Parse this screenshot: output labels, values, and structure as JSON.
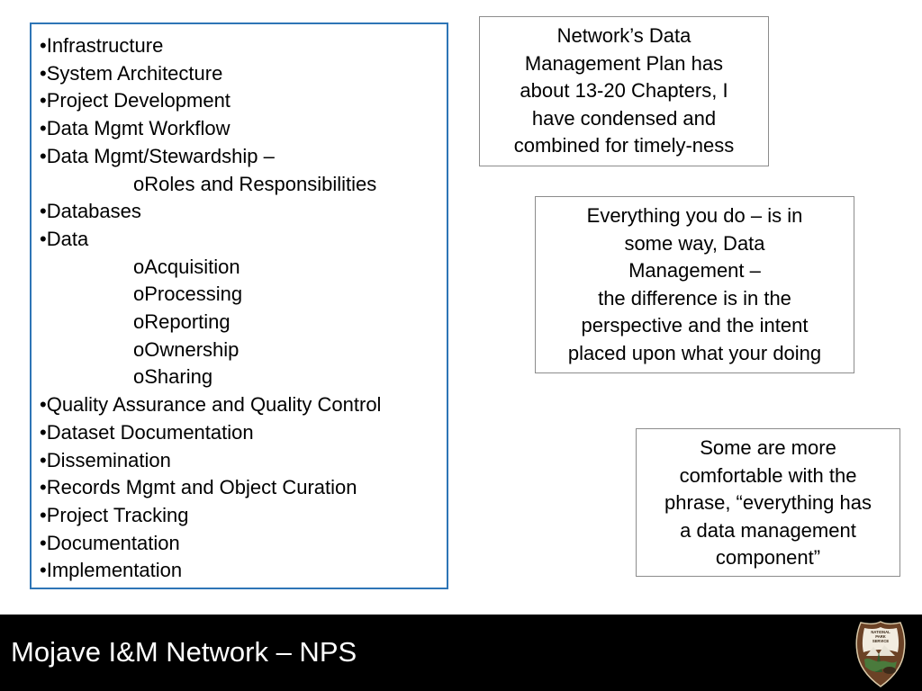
{
  "outline": {
    "items": [
      {
        "marker": "•",
        "text": "Infrastructure",
        "sub": false
      },
      {
        "marker": "•",
        "text": "System Architecture",
        "sub": false
      },
      {
        "marker": "•",
        "text": "Project Development",
        "sub": false
      },
      {
        "marker": "•",
        "text": "Data Mgmt Workflow",
        "sub": false
      },
      {
        "marker": "•",
        "text": "Data Mgmt/Stewardship –",
        "sub": false
      },
      {
        "marker": "o",
        "text": "Roles and Responsibilities",
        "sub": true
      },
      {
        "marker": "•",
        "text": "Databases",
        "sub": false
      },
      {
        "marker": "•",
        "text": "Data",
        "sub": false
      },
      {
        "marker": "o",
        "text": "Acquisition",
        "sub": true
      },
      {
        "marker": "o",
        "text": "Processing",
        "sub": true
      },
      {
        "marker": "o",
        "text": "Reporting",
        "sub": true
      },
      {
        "marker": "o",
        "text": "Ownership",
        "sub": true
      },
      {
        "marker": "o",
        "text": "Sharing",
        "sub": true
      },
      {
        "marker": "•",
        "text": "Quality Assurance and Quality Control",
        "sub": false
      },
      {
        "marker": "•",
        "text": "Dataset Documentation",
        "sub": false
      },
      {
        "marker": "•",
        "text": "Dissemination",
        "sub": false
      },
      {
        "marker": "•",
        "text": "Records Mgmt and Object Curation",
        "sub": false
      },
      {
        "marker": "•",
        "text": "Project Tracking",
        "sub": false
      },
      {
        "marker": "•",
        "text": "Documentation",
        "sub": false
      },
      {
        "marker": "•",
        "text": "Implementation",
        "sub": false
      }
    ]
  },
  "notes": {
    "plan": [
      "Network’s Data",
      "Management Plan has",
      "about 13-20 Chapters, I",
      "have condensed and",
      "combined for timely-ness"
    ],
    "everything": [
      "Everything you do – is in",
      "some way, Data",
      "Management –",
      "the difference is in the",
      "perspective and the intent",
      "placed upon what your doing"
    ],
    "comfortable": [
      "Some are more",
      "comfortable with the",
      "phrase, “everything has",
      "a data management",
      "component”"
    ]
  },
  "footer": {
    "title": "Mojave I&M Network – NPS",
    "logo_icon": "nps-arrowhead-icon",
    "logo_text": [
      "NATIONAL",
      "PARK",
      "SERVICE"
    ]
  },
  "colors": {
    "outline_border": "#2e75b6",
    "note_border": "#8c8c8c",
    "footer_bg": "#000000",
    "logo_brown": "#6b4226"
  }
}
